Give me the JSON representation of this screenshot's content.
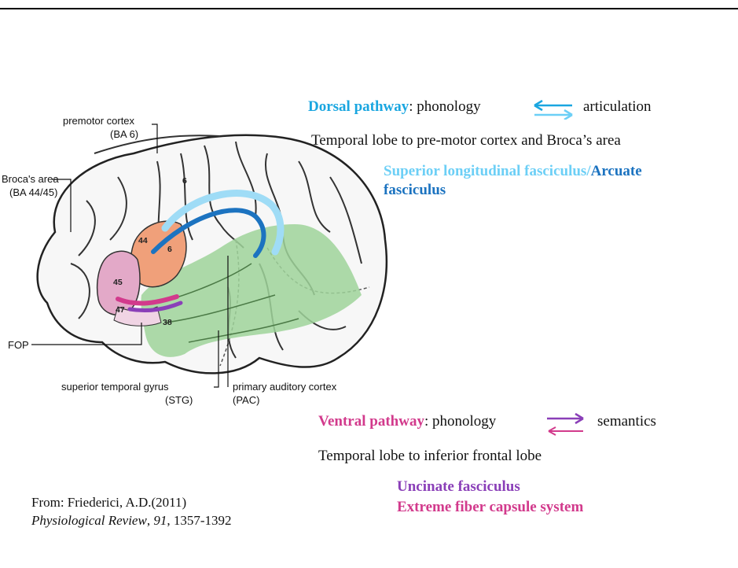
{
  "figure": {
    "labels": {
      "premotor_line1": "premotor cortex",
      "premotor_line2": "(BA 6)",
      "broca_line1": "Broca's area",
      "broca_line2": "(BA 44/45)",
      "fop": "FOP",
      "stg_line1": "superior temporal gyrus",
      "stg_line2": "(STG)",
      "pac_line1": "primary auditory cortex",
      "pac_line2": "(PAC)"
    },
    "area_numbers": {
      "n6_top": "6",
      "n44": "44",
      "n6_inner": "6",
      "n45": "45",
      "n47": "47",
      "n38": "38"
    }
  },
  "dorsal": {
    "title": "Dorsal pathway",
    "colon_text": ": phonology",
    "target": "articulation",
    "description": "Temporal lobe to pre-motor cortex and Broca’s area",
    "tract_a": "Superior longitudinal fasciculus/",
    "tract_b": "Arcuate",
    "tract_c": "fasciculus"
  },
  "ventral": {
    "title": "Ventral pathway",
    "colon_text": ": phonology",
    "target": "semantics",
    "description": "Temporal lobe to inferior frontal lobe",
    "tract_a": "Uncinate fasciculus",
    "tract_b": "Extreme fiber capsule system"
  },
  "citation": {
    "line1": "From:  Friederici, A.D.(2011)",
    "journal": "Physiological Review",
    "volume": "91",
    "pages": ", 1357-1392"
  },
  "colors": {
    "dorsal_title": "#1aa6e0",
    "slf": "#6ccff6",
    "arcuate": "#1c73c0",
    "ventral_title": "#d23a8c",
    "uncinate": "#8a3fb8",
    "broca_44": "#f0a07a",
    "broca_45": "#e3a9c8",
    "temporal_green": "#9fd39a"
  }
}
